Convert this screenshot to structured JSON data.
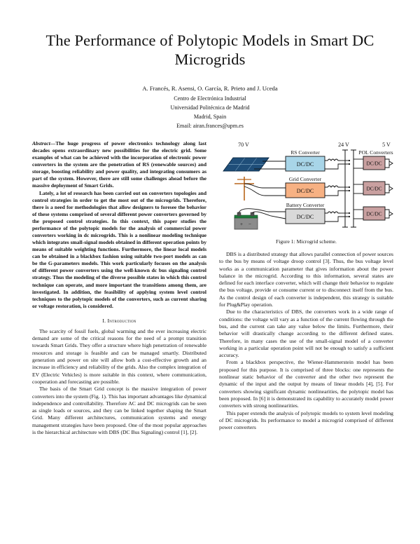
{
  "title": "The Performance of Polytopic Models in Smart DC Microgrids",
  "authors": "A. Francés, R. Asensi, O. García, R. Prieto and J. Uceda",
  "affiliation": [
    "Centro de Electrónica Industrial",
    "Universidad Politécnica de Madrid",
    "Madrid, Spain",
    "Email: airan.frances@upm.es"
  ],
  "abstract": {
    "label": "Abstract—",
    "paragraphs": [
      "The huge progress of power electronics technology along last decades opens extraordinary new possibilities for the electric grid. Some examples of what can be achieved with the incorporation of electronic power converters in the system are the penetration of RS (renewable sources) and storage, boosting reliability and power quality, and integrating consumers as part of the system. However, there are still some challenges ahead before the massive deployment of Smart Grids.",
      "Lately, a lot of research has been carried out on converters topologies and control strategies in order to get the most out of the microgrids. Therefore, there is a need for methodologies that allow designers to foresee the behavior of these systems comprised of several different power converters governed by the proposed control strategies. In this context, this paper studies the performance of the polytopic models for the analysis of commercial power converters working in dc microgrids. This is a nonlinear modeling technique which integrates small-signal models obtained in different operation points by means of suitable weighting functions. Furthermore, the linear local models can be obtained in a blackbox fashion using suitable two-port models as can be the G-parameters models. This work particularly focuses on the analysis of different power converters using the well-known dc bus signaling control strategy. Thus the modeling of the diverse possible states in which this control technique can operate, and more important the transitions among them, are investigated. In addition, the feasibility of applying system level control techniques to the polytopic models of the converters, such as current sharing or voltage restoration, is considered."
    ]
  },
  "sections": {
    "introduction": {
      "number": "I.",
      "title": "Introduction",
      "paragraphs": [
        "The scarcity of fossil fuels, global warming and the ever increasing electric demand are some of the critical reasons for the need of a prompt transition towards Smart Grids. They offer a structure where high penetration of renewable resources and storage is feasible and can be managed smartly. Distributed generation and power on site will allow both a cost-effective growth and an increase in efficiency and reliability of the grids. Also the complex integration of EV (Electric Vehicles) is more suitable in this context, where communication, cooperation and forecasting are possible.",
        "The basis of the Smart Grid concept is the massive integration of power converters into the system (Fig. 1). This has important advantages like dynamical independence and controllability. Therefore AC and DC microgrids can be seen as single loads or sources, and they can be linked together shaping the Smart Grid. Many different architectures, communication systems and energy management strategies have been proposed. One of the most popular approaches is the hierarchical architecture with DBS (DC Bus Signaling) control [1], [2]."
      ]
    },
    "right_column": {
      "paragraphs": [
        "DBS is a distributed strategy that allows parallel connection of power sources to the bus by means of voltage droop control [3]. Thus, the bus voltage level works as a communication parameter that gives information about the power balance in the microgrid. According to this information, several states are defined for each interface converter, which will change their behavior to regulate the bus voltage, provide or consume current or to disconnect itself from the bus. As the control design of each converter is independent, this strategy is suitable for Plug&Play operation.",
        "Due to the characteristics of DBS, the converters work in a wide range of conditions: the voltage will vary as a function of the current flowing through the bus, and the current can take any value below the limits. Furthermore, their behavior will drastically change according to the different defined states. Therefore, in many cases the use of the small-signal model of a converter working in a particular operation point will not be enough to satisfy a sufficient accuracy.",
        "From a blackbox perspective, the Wiener-Hammerstein model has been proposed for this purpose. It is comprised of three blocks: one represents the nonlinear static behavior of the converter and the other two represent the dynamic of the input and the output by means of linear models [4], [5]. For converters showing significant dynamic nonlinearities, the polytopic model has been proposed. In [6] it is demonstrated its capability to accurately model power converters with strong nonlinearities.",
        "This paper extends the analysis of polytopic models to system level modeling of DC microgrids. Its performance to model a microgrid comprised of different power converters"
      ]
    }
  },
  "figure": {
    "caption": "Figure 1: Microgrid scheme.",
    "voltage_labels": {
      "source": "70 V",
      "bus": "24 V",
      "load": "5 V"
    },
    "converters": [
      {
        "title": "RS Converter",
        "block_label": "DC/DC",
        "color": "#a8d5e8"
      },
      {
        "title": "Grid Converter",
        "block_label": "DC/DC",
        "color": "#f7b183"
      },
      {
        "title": "Battery Converter",
        "block_label": "DC/DC",
        "color": "#d9d9d9"
      }
    ],
    "pol": {
      "title": "POL Converters",
      "block_label": "DC/DC",
      "color": "#c9a0a0",
      "count": 3
    },
    "battery_terminals": {
      "positive": "+",
      "negative": "−"
    },
    "colors": {
      "solar_panel": "#1f4e79",
      "grid_tower": "#b8651b",
      "battery_body": "#8c8c8c",
      "battery_top": "#1f7a3a"
    }
  }
}
